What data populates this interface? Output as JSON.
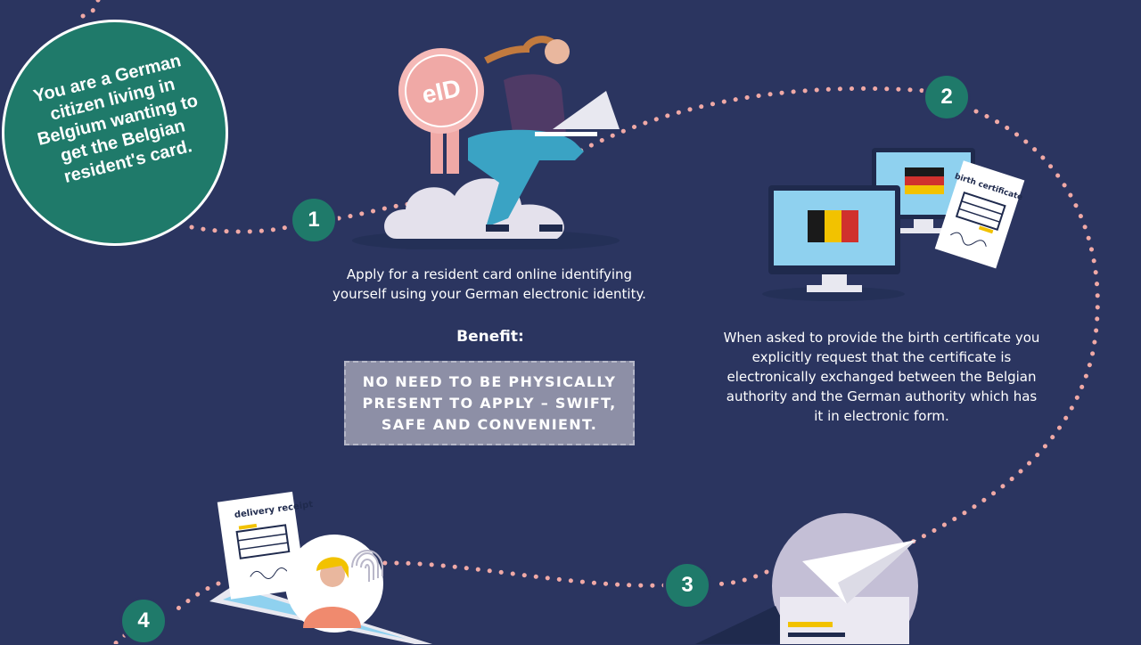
{
  "intro": {
    "text": "You are a German citizen living in Belgium wanting to get the Belgian resident's card."
  },
  "steps": [
    {
      "number": "1"
    },
    {
      "number": "2"
    },
    {
      "number": "3"
    },
    {
      "number": "4"
    }
  ],
  "step1": {
    "badge": "eID",
    "description": "Apply for a resident card online identifying yourself using your German electronic identity.",
    "benefit_title": "Benefit:",
    "benefit_text": "NO NEED TO BE PHYSICALLY PRESENT TO APPLY – SWIFT, SAFE AND CONVENIENT."
  },
  "step2": {
    "certificate_label": "birth certificate",
    "description": "When asked to provide the birth certificate you explicitly request that the certificate is electronically exchanged between the Belgian authority and the German authority which has it in electronic form."
  },
  "step4": {
    "receipt_label": "delivery receipt"
  },
  "colors": {
    "background": "#2b3560",
    "teal": "#1f7a6a",
    "dots": "#f0a9a6",
    "benefit_box": "#8d8fa6"
  },
  "icons": [
    "cloud-icon",
    "woman-laptop-icon",
    "eid-badge-icon",
    "monitor-icon",
    "belgian-flag-icon",
    "german-flag-icon",
    "certificate-icon",
    "paper-plane-icon",
    "envelope-icon",
    "fingerprint-icon",
    "receipt-icon",
    "tablet-icon"
  ]
}
